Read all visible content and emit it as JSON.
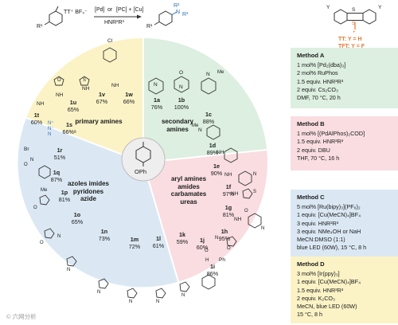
{
  "scheme": {
    "reactant_label": "TT⁺ BF₄⁻",
    "reactant_substituent": "R¹",
    "cat_pd": "[Pd]",
    "cat_or": "or",
    "cat_pc": "[PC] + [Cu]",
    "reagent": "HNR²R³",
    "product_r2": "R²",
    "product_n": "N",
    "product_r3": "R³",
    "product_r1": "R¹",
    "tt_label": "TT: Y = H",
    "tft_label": "TFT: Y = F",
    "y_atom": "Y",
    "s_atom": "S",
    "plus": "+"
  },
  "center_label": "OPh",
  "sectors": {
    "primary": "primary amines",
    "secondary": "secondary amines",
    "aryl": "aryl amines amides carbamates ureas",
    "azoles": "azoles imides pyridones azide"
  },
  "compounds": [
    {
      "id": "1a",
      "yield": "76%"
    },
    {
      "id": "1b",
      "yield": "100%"
    },
    {
      "id": "1c",
      "yield": "88%"
    },
    {
      "id": "1d",
      "yield": "89%"
    },
    {
      "id": "1e",
      "yield": "90%"
    },
    {
      "id": "1f",
      "yield": "97%"
    },
    {
      "id": "1g",
      "yield": "81%"
    },
    {
      "id": "1h",
      "yield": "95%"
    },
    {
      "id": "1i",
      "yield": "86%"
    },
    {
      "id": "1j",
      "yield": "60%"
    },
    {
      "id": "1k",
      "yield": "59%"
    },
    {
      "id": "1l",
      "yield": "61%"
    },
    {
      "id": "1m",
      "yield": "72%"
    },
    {
      "id": "1n",
      "yield": "73%"
    },
    {
      "id": "1o",
      "yield": "65%"
    },
    {
      "id": "1p",
      "yield": "81%"
    },
    {
      "id": "1q",
      "yield": "87%"
    },
    {
      "id": "1r",
      "yield": "51%"
    },
    {
      "id": "1s",
      "yield": "66%ᵃ"
    },
    {
      "id": "1t",
      "yield": "60%"
    },
    {
      "id": "1u",
      "yield": "65%"
    },
    {
      "id": "1v",
      "yield": "67%"
    },
    {
      "id": "1w",
      "yield": "66%"
    }
  ],
  "structure_labels": {
    "nh": "NH",
    "n": "N",
    "o": "O",
    "s": "S",
    "me": "Me",
    "cl": "Cl",
    "br": "Br",
    "ph": "Ph",
    "h": "H",
    "nnn": "N⁺ N⁻ N"
  },
  "methods": [
    {
      "title": "Method A",
      "lines": [
        "1 mol% [Pd₂(dba)₃]",
        "2 mol% RuPhos",
        "1.5 equiv. HNR²R³",
        "2 equiv. Cs₂CO₃",
        "DMF, 70 °C, 20 h"
      ]
    },
    {
      "title": "Method B",
      "lines": [
        "1 mol% [(PdAlPhos)₂COD]",
        "1.5 equiv. HNR²R³",
        "2 equiv. DBU",
        "THF, 70 °C, 16 h"
      ]
    },
    {
      "title": "Method C",
      "lines": [
        "5 mol% [Ru(bipy)₃](PF₆)₂",
        "1 equiv. [Cu(MeCN)₄]BF₄",
        "3 equiv. HNR²R³",
        "3 equiv. NMe₄OH or NaH",
        "MeCN:DMSO (1:1)",
        "blue LED (60W), 15 °C, 8 h"
      ]
    },
    {
      "title": "Method D",
      "lines": [
        "3 mol% [Ir(ppy)₃]",
        "1 equiv. [Cu(MeCN)₄]BF₄",
        "1.5 equiv. HNR²R³",
        "2 equiv. K₂CO₃",
        "MeCN, blue LED (60W)",
        "15 °C, 8 h"
      ]
    }
  ],
  "watermark": "© 六网分析",
  "colors": {
    "primary": "#fbf3c6",
    "secondary": "#dcefe0",
    "aryl": "#f9dde1",
    "azoles": "#dbe8f4",
    "methodA": "#dcefe0",
    "methodB": "#f9dde1",
    "methodC": "#dbe8f4",
    "methodD": "#fbf3c6",
    "blue": "#2f6fb3",
    "orange": "#e07a2f"
  }
}
